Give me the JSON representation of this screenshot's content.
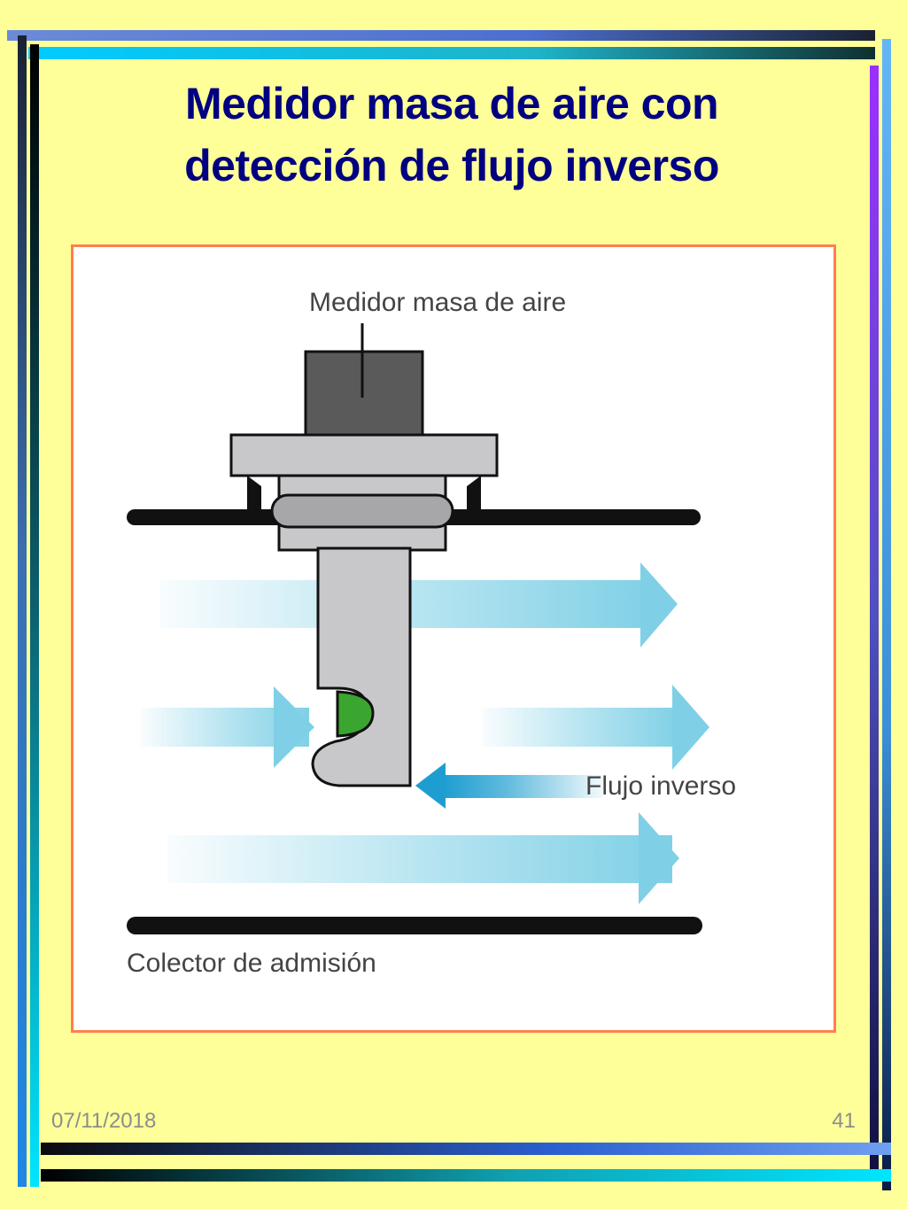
{
  "slide": {
    "title_line1": "Medidor masa de aire con",
    "title_line2": "detección de flujo inverso",
    "date": "07/11/2018",
    "page_number": "41"
  },
  "diagram": {
    "label_sensor": "Medidor masa de aire",
    "label_reverse_flow": "Flujo inverso",
    "label_manifold": "Colector de admisión"
  },
  "colors": {
    "background": "#ffff99",
    "title": "#000080",
    "frame_border": "#ff7f50",
    "sensor_dark": "#5a5a5a",
    "sensor_light": "#c8c8ca",
    "sensing_element": "#3aa52f",
    "flow_arrow": "#7fd0e6",
    "reverse_arrow": "#1e9ed0",
    "pipe": "#111111"
  }
}
